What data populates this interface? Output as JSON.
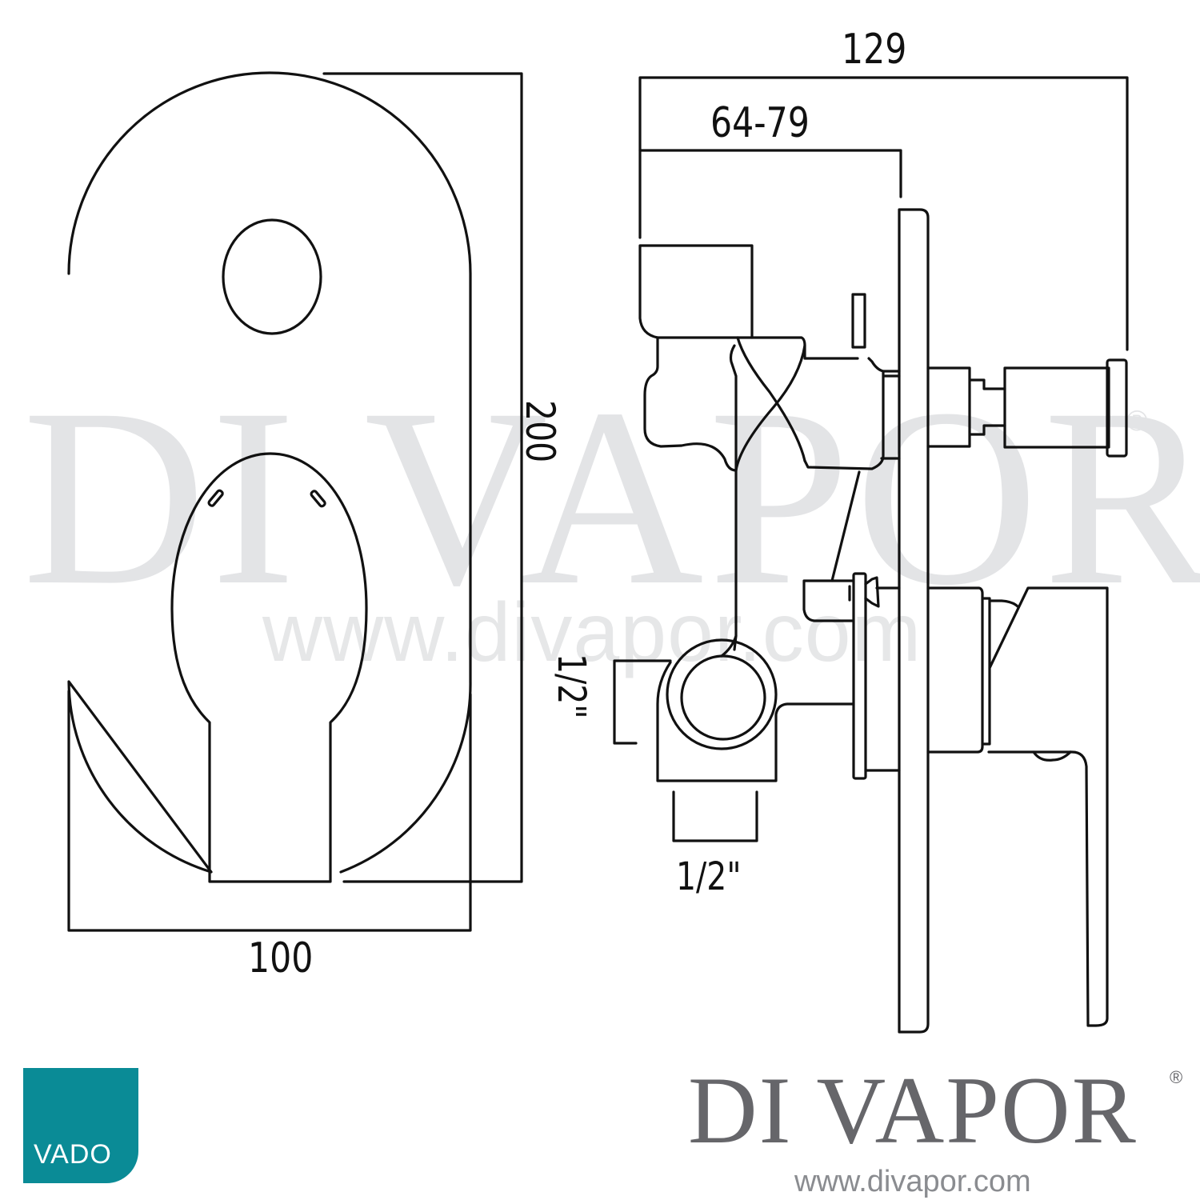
{
  "watermark": {
    "brand": "DI VAPOR",
    "registered": "®",
    "url": "www.divapor.com"
  },
  "drawing": {
    "front_view": {
      "label": "front view - oval cover plate with diverter button and lever handle",
      "dimensions": {
        "height_mm": "200",
        "width_mm": "100"
      }
    },
    "side_view": {
      "label": "side view - concealed valve body, wall plate, diverter knob, lever",
      "dimensions": {
        "total_depth_mm": "129",
        "wall_depth_range_mm": "64-79",
        "inlet_side": "1/2\"",
        "inlet_bottom": "1/2\""
      }
    },
    "line_color": "#111111",
    "watermark_color": "#e3e4e6"
  },
  "logos": {
    "vado": {
      "text": "VADO",
      "color": "#0a8b96"
    },
    "divapor": {
      "name": "DI VAPOR",
      "registered": "®",
      "url": "www.divapor.com",
      "color": "#66666a"
    }
  }
}
